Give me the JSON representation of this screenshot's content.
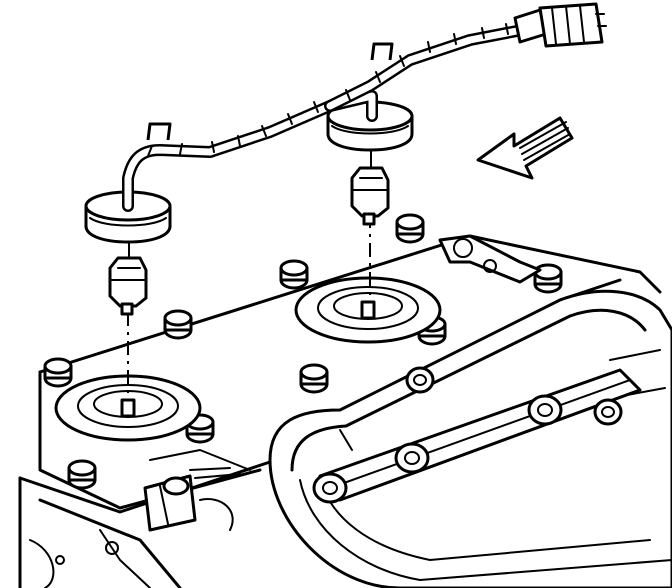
{
  "figure": {
    "colors": {
      "line": "#000000",
      "background": "#ffffff"
    },
    "parts": [
      "wiring-harness",
      "harness-connector",
      "front-grommet",
      "rear-grommet",
      "front-knock-sensor",
      "rear-knock-sensor",
      "front-sensor-bore",
      "rear-sensor-bore",
      "intake-manifold",
      "fuel-rail",
      "engine-block",
      "valley-cover-bolts",
      "direction-arrow"
    ]
  }
}
